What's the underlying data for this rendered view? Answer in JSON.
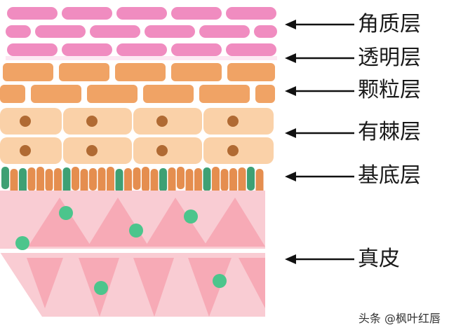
{
  "layers": [
    {
      "id": "corneum",
      "label": "角质层"
    },
    {
      "id": "lucidum",
      "label": "透明层"
    },
    {
      "id": "granulosum",
      "label": "颗粒层"
    },
    {
      "id": "spinosum",
      "label": "有棘层"
    },
    {
      "id": "basale",
      "label": "基底层"
    },
    {
      "id": "dermis",
      "label": "真皮"
    }
  ],
  "colors": {
    "corneum": "#f08cc0",
    "lucidum_gap": "#fde8f3",
    "granulosum": "#f0a365",
    "spinosum": "#fad1a8",
    "nucleus": "#b06a33",
    "basal_orange": "#e58e4f",
    "basal_green": "#3ea074",
    "dermis_bg": "#f9ccd3",
    "dermis_triangle": "#f7aab6",
    "dermis_dot": "#4cc58c",
    "arrow": "#111111"
  },
  "watermark": "头条 @枫叶红唇"
}
